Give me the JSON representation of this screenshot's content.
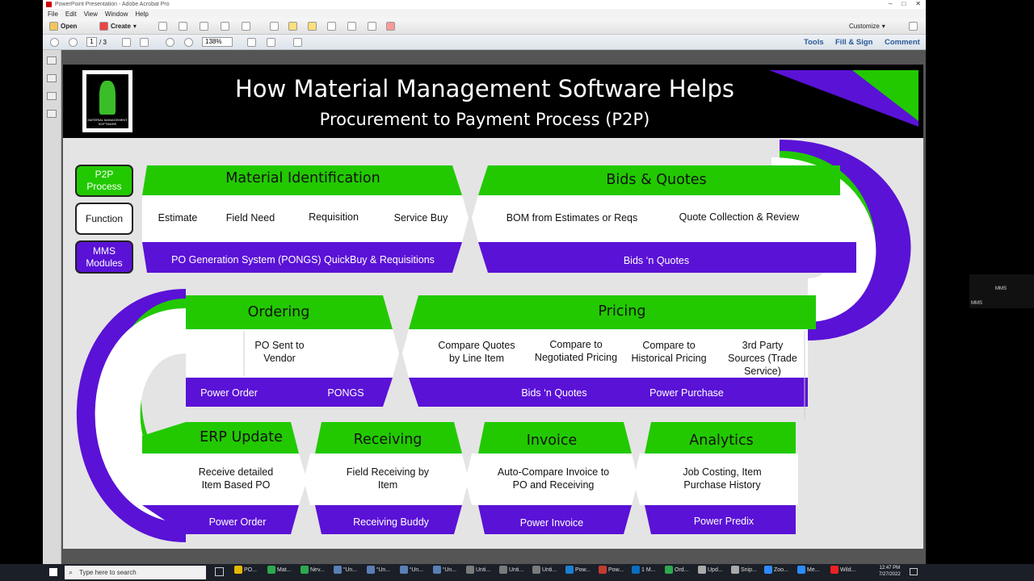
{
  "window": {
    "title": "PowerPoint Presentation - Adobe Acrobat Pro"
  },
  "menu": [
    "File",
    "Edit",
    "View",
    "Window",
    "Help"
  ],
  "toolbar": {
    "open": "Open",
    "create": "Create",
    "customize": "Customize",
    "page_current": "1",
    "page_total": "/ 3",
    "zoom": "138%",
    "tools": "Tools",
    "fill_sign": "Fill & Sign",
    "comment": "Comment"
  },
  "slide": {
    "title": "How Material Management Software Helps",
    "subtitle": "Procurement to Payment  Process (P2P)",
    "logo_text": "MATERIAL MANAGEMENT SOFTWARE",
    "legend": {
      "p2p": "P2P Process",
      "function": "Function",
      "mms": "MMS Modules"
    },
    "sections": {
      "material_identification": {
        "title": "Material Identification",
        "functions": [
          "Estimate",
          "Field Need",
          "Requisition",
          "Service Buy"
        ],
        "module": "PO Generation System (PONGS) QuickBuy & Requisitions"
      },
      "bids_quotes": {
        "title": "Bids & Quotes",
        "functions": [
          "BOM from Estimates or Reqs",
          "Quote Collection & Review"
        ],
        "module": "Bids ‘n Quotes"
      },
      "ordering": {
        "title": "Ordering",
        "function": "PO Sent to Vendor",
        "modules": [
          "Power Order",
          "PONGS"
        ]
      },
      "pricing": {
        "title": "Pricing",
        "functions": [
          "Compare Quotes by Line Item",
          "Compare to Negotiated Pricing",
          "Compare to Historical Pricing",
          "3rd Party Sources (Trade Service)"
        ],
        "modules": [
          "Bids ‘n Quotes",
          "Power Purchase"
        ]
      },
      "erp_update": {
        "title": "ERP Update",
        "function": "Receive detailed Item Based PO",
        "module": "Power Order"
      },
      "receiving": {
        "title": "Receiving",
        "function": "Field Receiving by Item",
        "module": "Receiving Buddy"
      },
      "invoice": {
        "title": "Invoice",
        "function": "Auto-Compare Invoice to PO and Receiving",
        "module": "Power Invoice"
      },
      "analytics": {
        "title": "Analytics",
        "function": "Job Costing, Item Purchase History",
        "module": "Power Predix"
      }
    }
  },
  "colors": {
    "green": "#22c900",
    "purple": "#5a12d6",
    "black": "#000000"
  },
  "taskbar": {
    "search": "Type here to search",
    "items": [
      "PO...",
      "Mat...",
      "Nev...",
      "“Un...",
      "“Un...",
      "“Un...",
      "“Un...",
      "Unti...",
      "Unti...",
      "Unti...",
      "Pow...",
      "Pow...",
      "1 M...",
      "Ord...",
      "Upd...",
      "Snip...",
      "Zoo...",
      "Me...",
      "Wild..."
    ],
    "time": "12:47 PM",
    "date": "7/27/2022"
  },
  "popup": {
    "label": "MMS",
    "sub": "MMS"
  }
}
